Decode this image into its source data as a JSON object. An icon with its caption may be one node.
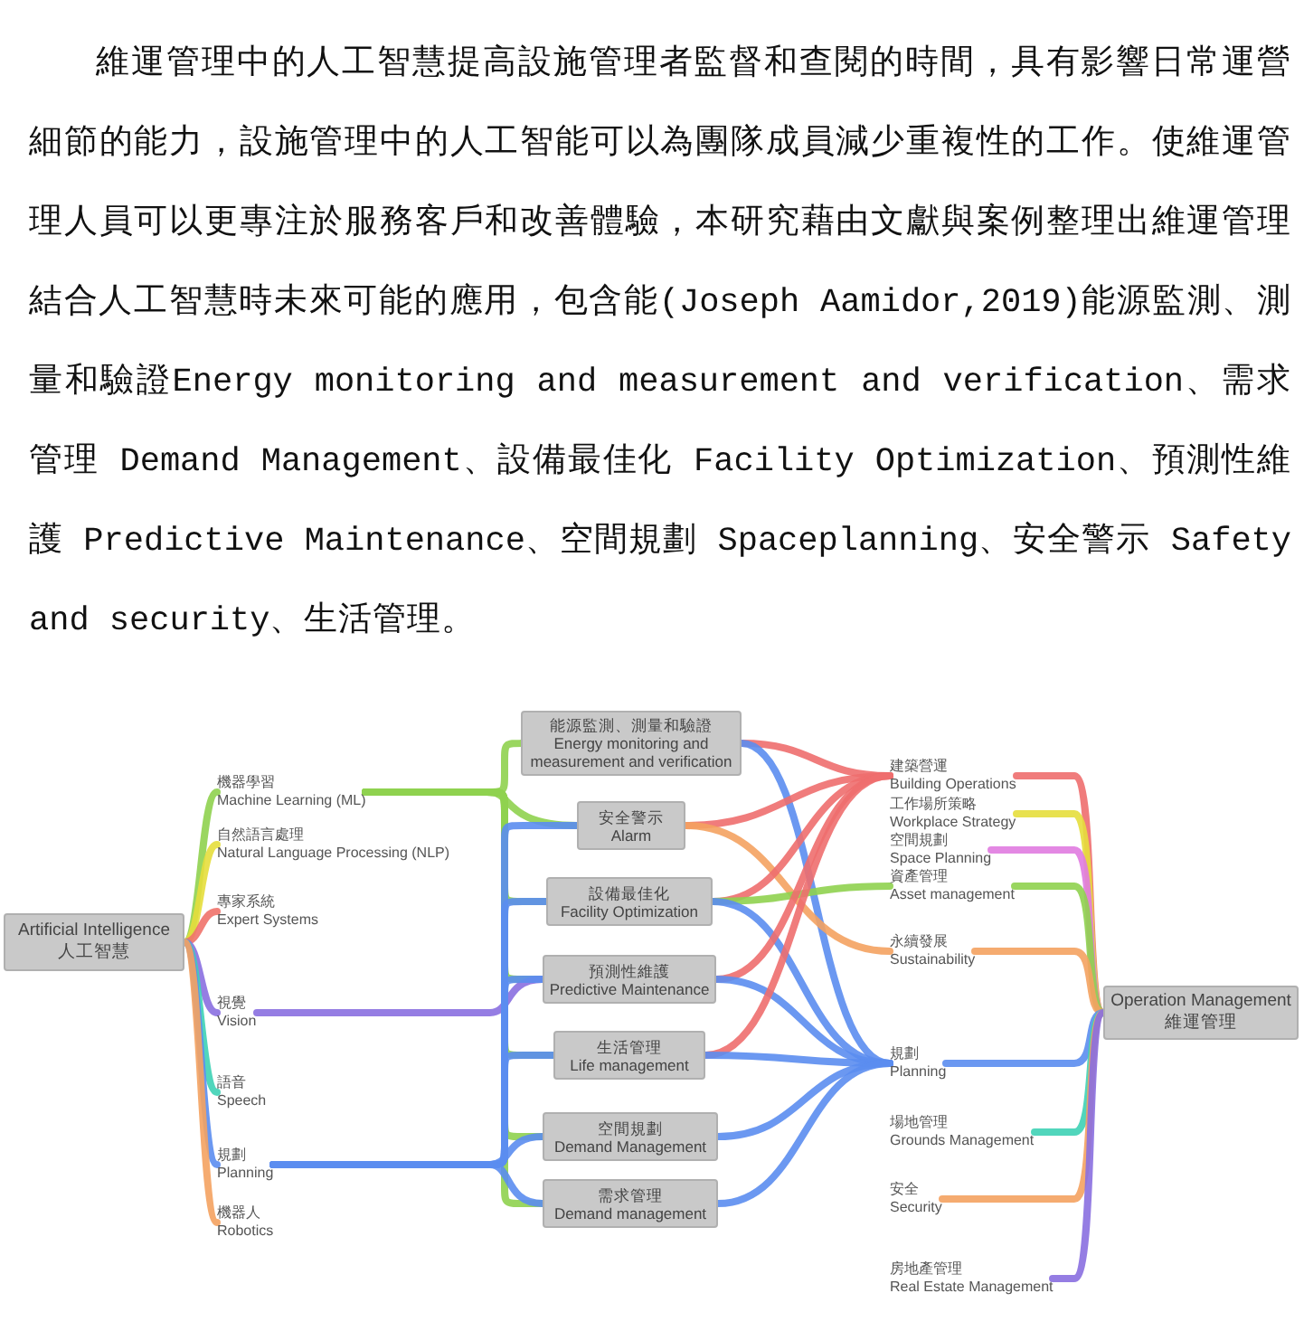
{
  "diagram": {
    "nodes": [
      {
        "text": [
          "Artificial Intelligence",
          "人工智慧"
        ]
      },
      {
        "text": [
          "機器學習",
          "Machine Learning (ML)"
        ]
      },
      {
        "text": [
          "自然語言處理",
          "Natural Language Processing (NLP)"
        ]
      },
      {
        "text": [
          "專家系統",
          "Expert Systems"
        ]
      },
      {
        "text": [
          "視覺",
          "Vision"
        ]
      },
      {
        "text": [
          "語音",
          "Speech"
        ]
      },
      {
        "text": [
          "規劃",
          "Planning"
        ]
      },
      {
        "text": [
          "機器人",
          "Robotics"
        ]
      },
      {
        "text": [
          "能源監測、測量和驗證",
          "Energy monitoring and measurement and verification"
        ]
      },
      {
        "text": [
          "安全警示",
          "Alarm"
        ]
      },
      {
        "text": [
          "設備最佳化",
          "Facility Optimization"
        ]
      },
      {
        "text": [
          "預測性維護",
          "Predictive Maintenance"
        ]
      },
      {
        "text": [
          "生活管理",
          "Life management"
        ]
      },
      {
        "text": [
          "空間規劃",
          "Demand Management"
        ]
      },
      {
        "text": [
          "需求管理",
          "Demand management"
        ]
      },
      {
        "text": [
          "建築營運",
          "Building Operations"
        ]
      },
      {
        "text": [
          "工作場所策略",
          "Workplace Strategy"
        ]
      },
      {
        "text": [
          "空間規劃",
          "Space Planning"
        ]
      },
      {
        "text": [
          "資產管理",
          "Asset management"
        ]
      },
      {
        "text": [
          "永續發展",
          "Sustainability"
        ]
      },
      {
        "text": [
          "規劃",
          "Planning"
        ]
      },
      {
        "text": [
          "場地管理",
          "Grounds Management"
        ]
      },
      {
        "text": [
          "安全",
          "Security"
        ]
      },
      {
        "text": [
          "房地產管理",
          "Real Estate Management"
        ]
      },
      {
        "text": [
          "Operation Management",
          "維運管理"
        ]
      }
    ],
    "edges": [
      {
        "from": 0,
        "to": 1,
        "arrow": "none",
        "color": "#8fd14f"
      },
      {
        "from": 0,
        "to": 2,
        "arrow": "none",
        "color": "#e6de3c"
      },
      {
        "from": 0,
        "to": 3,
        "arrow": "none",
        "color": "#f0726a"
      },
      {
        "from": 0,
        "to": 4,
        "arrow": "none",
        "color": "#8a6fe0"
      },
      {
        "from": 0,
        "to": 5,
        "arrow": "none",
        "color": "#3ed1b5"
      },
      {
        "from": 0,
        "to": 6,
        "arrow": "none",
        "color": "#5b8def"
      },
      {
        "from": 0,
        "to": 7,
        "arrow": "none",
        "color": "#f4a261"
      },
      {
        "from": 1,
        "to": 8,
        "arrow": "none",
        "color": "#8fd14f"
      },
      {
        "from": 1,
        "to": 9,
        "arrow": "none",
        "color": "#8fd14f"
      },
      {
        "from": 1,
        "to": 10,
        "arrow": "none",
        "color": "#8fd14f"
      },
      {
        "from": 1,
        "to": 11,
        "arrow": "none",
        "color": "#8fd14f"
      },
      {
        "from": 1,
        "to": 12,
        "arrow": "none",
        "color": "#8fd14f"
      },
      {
        "from": 1,
        "to": 13,
        "arrow": "none",
        "color": "#8fd14f"
      },
      {
        "from": 1,
        "to": 14,
        "arrow": "none",
        "color": "#8fd14f"
      },
      {
        "from": 4,
        "to": 11,
        "arrow": "none",
        "color": "#8a6fe0"
      },
      {
        "from": 6,
        "to": 9,
        "arrow": "none",
        "color": "#5b8def"
      },
      {
        "from": 6,
        "to": 10,
        "arrow": "none",
        "color": "#5b8def"
      },
      {
        "from": 6,
        "to": 11,
        "arrow": "none",
        "color": "#5b8def"
      },
      {
        "from": 6,
        "to": 12,
        "arrow": "none",
        "color": "#5b8def"
      },
      {
        "from": 6,
        "to": 13,
        "arrow": "none",
        "color": "#5b8def"
      },
      {
        "from": 6,
        "to": 14,
        "arrow": "none",
        "color": "#5b8def"
      },
      {
        "from": 8,
        "to": 15,
        "arrow": "none",
        "color": "#ee6e6e"
      },
      {
        "from": 8,
        "to": 20,
        "arrow": "none",
        "color": "#5b8def"
      },
      {
        "from": 9,
        "to": 15,
        "arrow": "none",
        "color": "#ee6e6e"
      },
      {
        "from": 9,
        "to": 19,
        "arrow": "none",
        "color": "#f4a261"
      },
      {
        "from": 10,
        "to": 15,
        "arrow": "none",
        "color": "#ee6e6e"
      },
      {
        "from": 10,
        "to": 18,
        "arrow": "none",
        "color": "#8fd14f"
      },
      {
        "from": 10,
        "to": 20,
        "arrow": "none",
        "color": "#5b8def"
      },
      {
        "from": 11,
        "to": 15,
        "arrow": "none",
        "color": "#ee6e6e"
      },
      {
        "from": 11,
        "to": 20,
        "arrow": "none",
        "color": "#5b8def"
      },
      {
        "from": 12,
        "to": 15,
        "arrow": "none",
        "color": "#ee6e6e"
      },
      {
        "from": 12,
        "to": 20,
        "arrow": "none",
        "color": "#5b8def"
      },
      {
        "from": 13,
        "to": 20,
        "arrow": "none",
        "color": "#5b8def"
      },
      {
        "from": 14,
        "to": 20,
        "arrow": "none",
        "color": "#5b8def"
      },
      {
        "from": 15,
        "to": 24,
        "arrow": "none",
        "color": "#ee6e6e"
      },
      {
        "from": 16,
        "to": 24,
        "arrow": "none",
        "color": "#e6de3c"
      },
      {
        "from": 17,
        "to": 24,
        "arrow": "none",
        "color": "#e07be0"
      },
      {
        "from": 18,
        "to": 24,
        "arrow": "none",
        "color": "#8fd14f"
      },
      {
        "from": 19,
        "to": 24,
        "arrow": "none",
        "color": "#f4a261"
      },
      {
        "from": 20,
        "to": 24,
        "arrow": "none",
        "color": "#5b8def"
      },
      {
        "from": 21,
        "to": 24,
        "arrow": "none",
        "color": "#3ed1b5"
      },
      {
        "from": 22,
        "to": 24,
        "arrow": "none",
        "color": "#f4a261"
      },
      {
        "from": 23,
        "to": 24,
        "arrow": "none",
        "color": "#8a6fe0"
      }
    ],
    "labels": [
      "維運管理中的人工智慧提高設施管理者監督和查閱的時間，具有影響日常運營細節的能力，設施管理中的人工智能可以為團隊成員減少重複性的工作。使維運管理人員可以更專注於服務客戶和改善體驗，本研究藉由文獻與案例整理出維運管理結合人工智慧時未來可能的應用，包含能(Joseph Aamidor,2019)能源監測、測量和驗證Energy monitoring and measurement and verification、需求管理 Demand Management、設備最佳化 Facility Optimization、預測性維護 Predictive Maintenance、空間規劃 Spaceplanning、安全警示 Safety and security、生活管理。"
    ]
  }
}
